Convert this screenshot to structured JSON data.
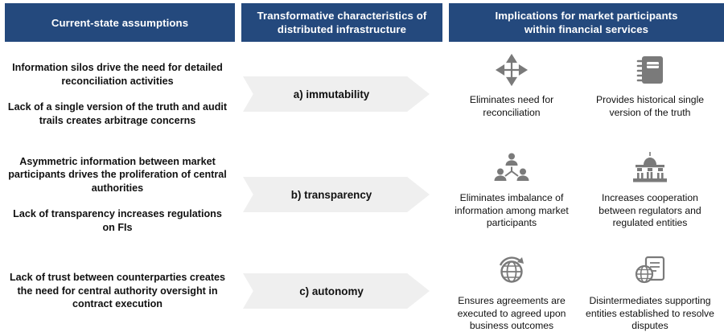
{
  "headers": [
    {
      "line1": "Current-state assumptions",
      "line2": ""
    },
    {
      "line1": "Transformative characteristics of",
      "line2": "distributed infrastructure"
    },
    {
      "line1": "Implications for market participants",
      "line2": "within financial services"
    }
  ],
  "theme": {
    "header_bg": "#24497d",
    "header_text": "#ffffff",
    "chevron_bg": "#efefef",
    "icon_color": "#7a7a7a",
    "body_text": "#111111",
    "page_bg": "#ffffff"
  },
  "rows": [
    {
      "assumptions": [
        "Information silos drive the need for detailed reconciliation activities",
        "Lack of a single version of the truth and audit trails creates arbitrage concerns"
      ],
      "characteristic": "a) immutability",
      "implications": [
        {
          "icon": "four-way-arrows-icon",
          "caption": "Eliminates need for reconciliation"
        },
        {
          "icon": "spiral-notebook-icon",
          "caption": "Provides historical single version of the truth"
        }
      ]
    },
    {
      "assumptions": [
        "Asymmetric information between market participants drives the proliferation of central authorities",
        "Lack of transparency increases regulations on FIs"
      ],
      "characteristic": "b) transparency",
      "implications": [
        {
          "icon": "people-network-icon",
          "caption": "Eliminates imbalance of information among market participants"
        },
        {
          "icon": "government-building-icon",
          "caption": "Increases cooperation between regulators and regulated entities"
        }
      ]
    },
    {
      "assumptions": [
        "Lack of trust between counterparties creates the need for central authority oversight in contract execution"
      ],
      "characteristic": "c) autonomy",
      "implications": [
        {
          "icon": "globe-refresh-icon",
          "caption": "Ensures agreements are executed to agreed upon business outcomes"
        },
        {
          "icon": "globe-document-icon",
          "caption": "Disintermediates supporting entities established to resolve disputes"
        }
      ]
    }
  ]
}
